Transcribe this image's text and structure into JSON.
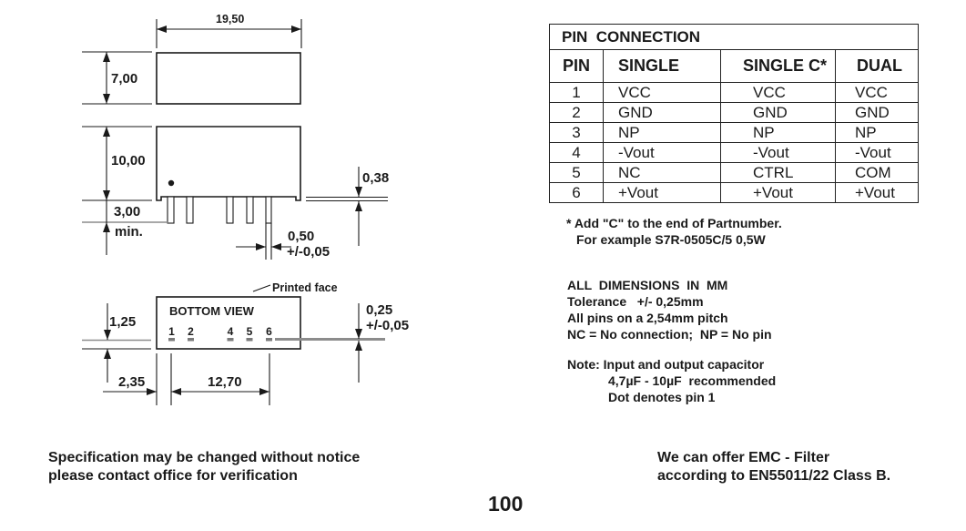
{
  "drawings": {
    "top_view": {
      "length": "19,50",
      "height": "7,00"
    },
    "side_view": {
      "body_height": "10,00",
      "pin_length": "3,00",
      "pin_length_qualifier": "min.",
      "standoff": "0,38",
      "pin_width": "0,50",
      "pin_width_tolerance": "+/-0,05"
    },
    "bottom_view": {
      "title": "BOTTOM VIEW",
      "printed_face": "Printed face",
      "pin_numbers": [
        "1",
        "2",
        "4",
        "5",
        "6"
      ],
      "pin_row_offset": "1,25",
      "pin_thickness": "0,25",
      "pin_thickness_tolerance": "+/-0,05",
      "first_pin_offset": "2,35",
      "pin_span": "12,70"
    }
  },
  "pin_table": {
    "title": "PIN  CONNECTION",
    "headers": [
      "PIN",
      "SINGLE",
      "SINGLE C*",
      "DUAL"
    ],
    "rows": [
      [
        "1",
        "VCC",
        "VCC",
        "VCC"
      ],
      [
        "2",
        "GND",
        "GND",
        "GND"
      ],
      [
        "3",
        "NP",
        "NP",
        "NP"
      ],
      [
        "4",
        "-Vout",
        "-Vout",
        "-Vout"
      ],
      [
        "5",
        "NC",
        "CTRL",
        "COM"
      ],
      [
        "6",
        "+Vout",
        "+Vout",
        "+Vout"
      ]
    ]
  },
  "footnote": {
    "line1": "* Add \"C\" to the end of Partnumber.",
    "line2": "For example S7R-0505C/5 0,5W"
  },
  "notes": {
    "lines": [
      "ALL  DIMENSIONS  IN  MM",
      "Tolerance   +/- 0,25mm",
      "All pins on a 2,54mm pitch",
      "NC = No connection;  NP = No pin"
    ],
    "note_lines": [
      "Note: Input and output capacitor",
      "4,7µF - 10µF  recommended",
      "Dot denotes pin 1"
    ]
  },
  "footer": {
    "left": [
      "Specification may be changed without notice",
      "please contact office for verification"
    ],
    "right": [
      "We can offer EMC - Filter",
      "according to EN55011/22 Class B."
    ]
  },
  "page_number": "100"
}
